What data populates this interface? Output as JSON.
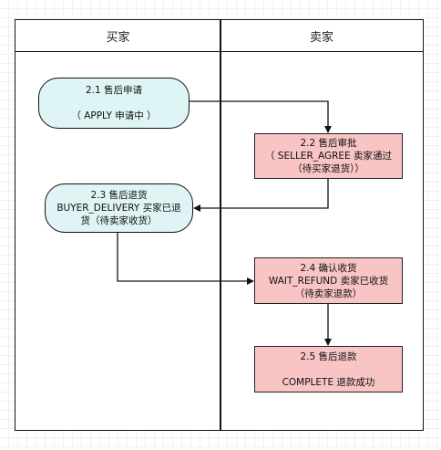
{
  "lanes": {
    "buyer": "买家",
    "seller": "卖家"
  },
  "nodes": {
    "apply": {
      "line1": "2.1 售后申请",
      "line2": "（ APPLY 申请中 ）"
    },
    "agree": {
      "line1": "2.2 售后审批",
      "line2": "（ SELLER_AGREE 卖家通过",
      "line3": "（待买家退货））"
    },
    "delivery": {
      "line1": "2.3 售后退货",
      "line2": "BUYER_DELIVERY 买家已退",
      "line3": "货（待卖家收货）"
    },
    "confirm": {
      "line1": "2.4 确认收货",
      "line2": "WAIT_REFUND 卖家已收货",
      "line3": "（待卖家退款）"
    },
    "complete": {
      "line1": "2.5 售后退款",
      "line2": "COMPLETE 退款成功"
    }
  },
  "colors": {
    "buyer_fill": "#dff4f4",
    "seller_fill": "#f8c4c4",
    "stroke": "#111111"
  }
}
